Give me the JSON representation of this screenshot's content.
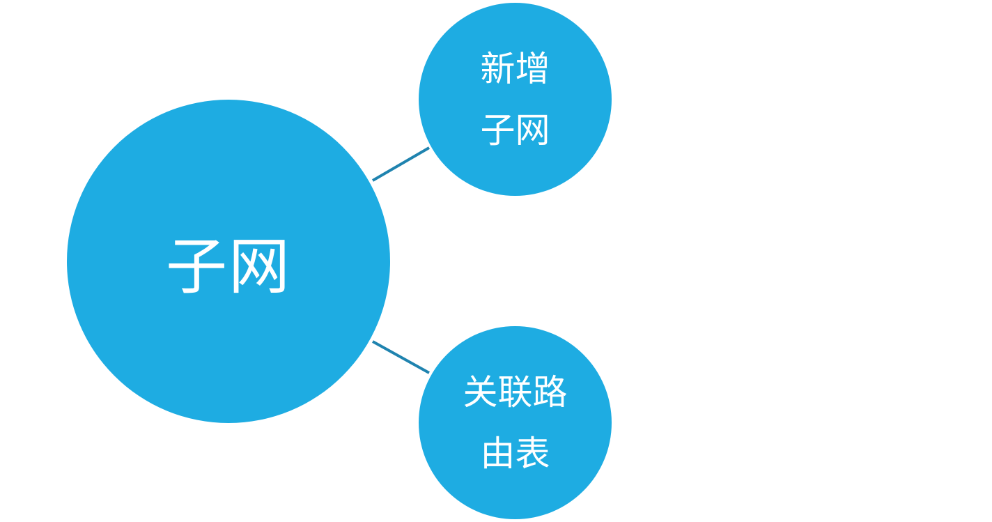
{
  "colors": {
    "node_fill": "#1EACE2",
    "connector": "#1F83AF",
    "text": "#FFFFFF",
    "background": "#FFFFFF"
  },
  "main_node": {
    "label": "子网"
  },
  "child_nodes": [
    {
      "lines": [
        "新增",
        "子网"
      ]
    },
    {
      "lines": [
        "关联路",
        "由表"
      ]
    }
  ]
}
